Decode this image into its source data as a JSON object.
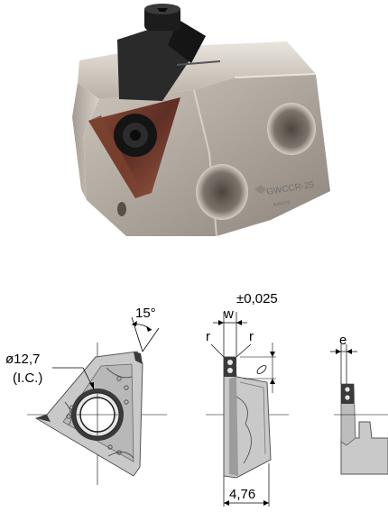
{
  "product": {
    "engraving": "GWCCR-25",
    "engraving_small": "IGROTB"
  },
  "dimensions": {
    "ic_diameter": "ø12,7",
    "ic_label": "(I.C.)",
    "angle": "15°",
    "tolerance": "±0,025",
    "width": "w",
    "radius_left": "r",
    "radius_right": "r",
    "thickness": "4,76",
    "offset": "e"
  },
  "colors": {
    "insert_gray": "#c9c9c9",
    "insert_dark": "#3a3a3a",
    "holder_steel": "#bdb6ae",
    "insert_copper": "#6e3a2c",
    "clamp_black": "#1c1c1c"
  }
}
